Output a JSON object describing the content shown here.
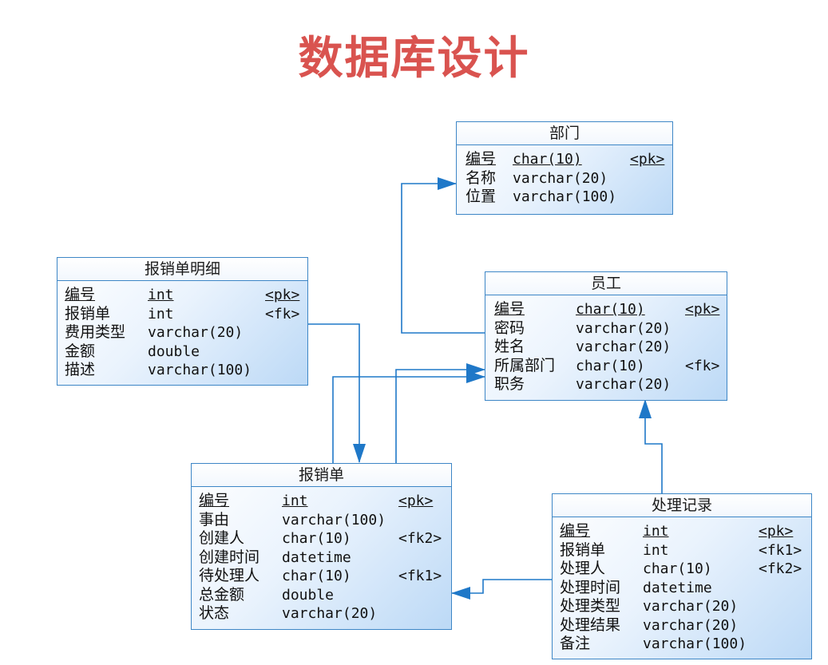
{
  "title": "数据库设计",
  "colors": {
    "title": "#d9534f",
    "border": "#3d86c6",
    "connector": "#1f78c8"
  },
  "entities": {
    "dept": {
      "name": "部门",
      "fields": [
        {
          "name": "编号",
          "type": "char(10)",
          "key": "<pk>"
        },
        {
          "name": "名称",
          "type": "varchar(20)",
          "key": ""
        },
        {
          "name": "位置",
          "type": "varchar(100)",
          "key": ""
        }
      ]
    },
    "emp": {
      "name": "员工",
      "fields": [
        {
          "name": "编号",
          "type": "char(10)",
          "key": "<pk>"
        },
        {
          "name": "密码",
          "type": "varchar(20)",
          "key": ""
        },
        {
          "name": "姓名",
          "type": "varchar(20)",
          "key": ""
        },
        {
          "name": "所属部门",
          "type": "char(10)",
          "key": "<fk>"
        },
        {
          "name": "职务",
          "type": "varchar(20)",
          "key": ""
        }
      ]
    },
    "detail": {
      "name": "报销单明细",
      "fields": [
        {
          "name": "编号",
          "type": "int",
          "key": "<pk>"
        },
        {
          "name": "报销单",
          "type": "int",
          "key": "<fk>"
        },
        {
          "name": "费用类型",
          "type": "varchar(20)",
          "key": ""
        },
        {
          "name": "金额",
          "type": "double",
          "key": ""
        },
        {
          "name": "描述",
          "type": "varchar(100)",
          "key": ""
        }
      ]
    },
    "claim": {
      "name": "报销单",
      "fields": [
        {
          "name": "编号",
          "type": "int",
          "key": "<pk>"
        },
        {
          "name": "事由",
          "type": "varchar(100)",
          "key": ""
        },
        {
          "name": "创建人",
          "type": "char(10)",
          "key": "<fk2>"
        },
        {
          "name": "创建时间",
          "type": "datetime",
          "key": ""
        },
        {
          "name": "待处理人",
          "type": "char(10)",
          "key": "<fk1>"
        },
        {
          "name": "总金额",
          "type": "double",
          "key": ""
        },
        {
          "name": "状态",
          "type": "varchar(20)",
          "key": ""
        }
      ]
    },
    "record": {
      "name": "处理记录",
      "fields": [
        {
          "name": "编号",
          "type": "int",
          "key": "<pk>"
        },
        {
          "name": "报销单",
          "type": "int",
          "key": "<fk1>"
        },
        {
          "name": "处理人",
          "type": "char(10)",
          "key": "<fk2>"
        },
        {
          "name": "处理时间",
          "type": "datetime",
          "key": ""
        },
        {
          "name": "处理类型",
          "type": "varchar(20)",
          "key": ""
        },
        {
          "name": "处理结果",
          "type": "varchar(20)",
          "key": ""
        },
        {
          "name": "备注",
          "type": "varchar(100)",
          "key": ""
        }
      ]
    }
  }
}
